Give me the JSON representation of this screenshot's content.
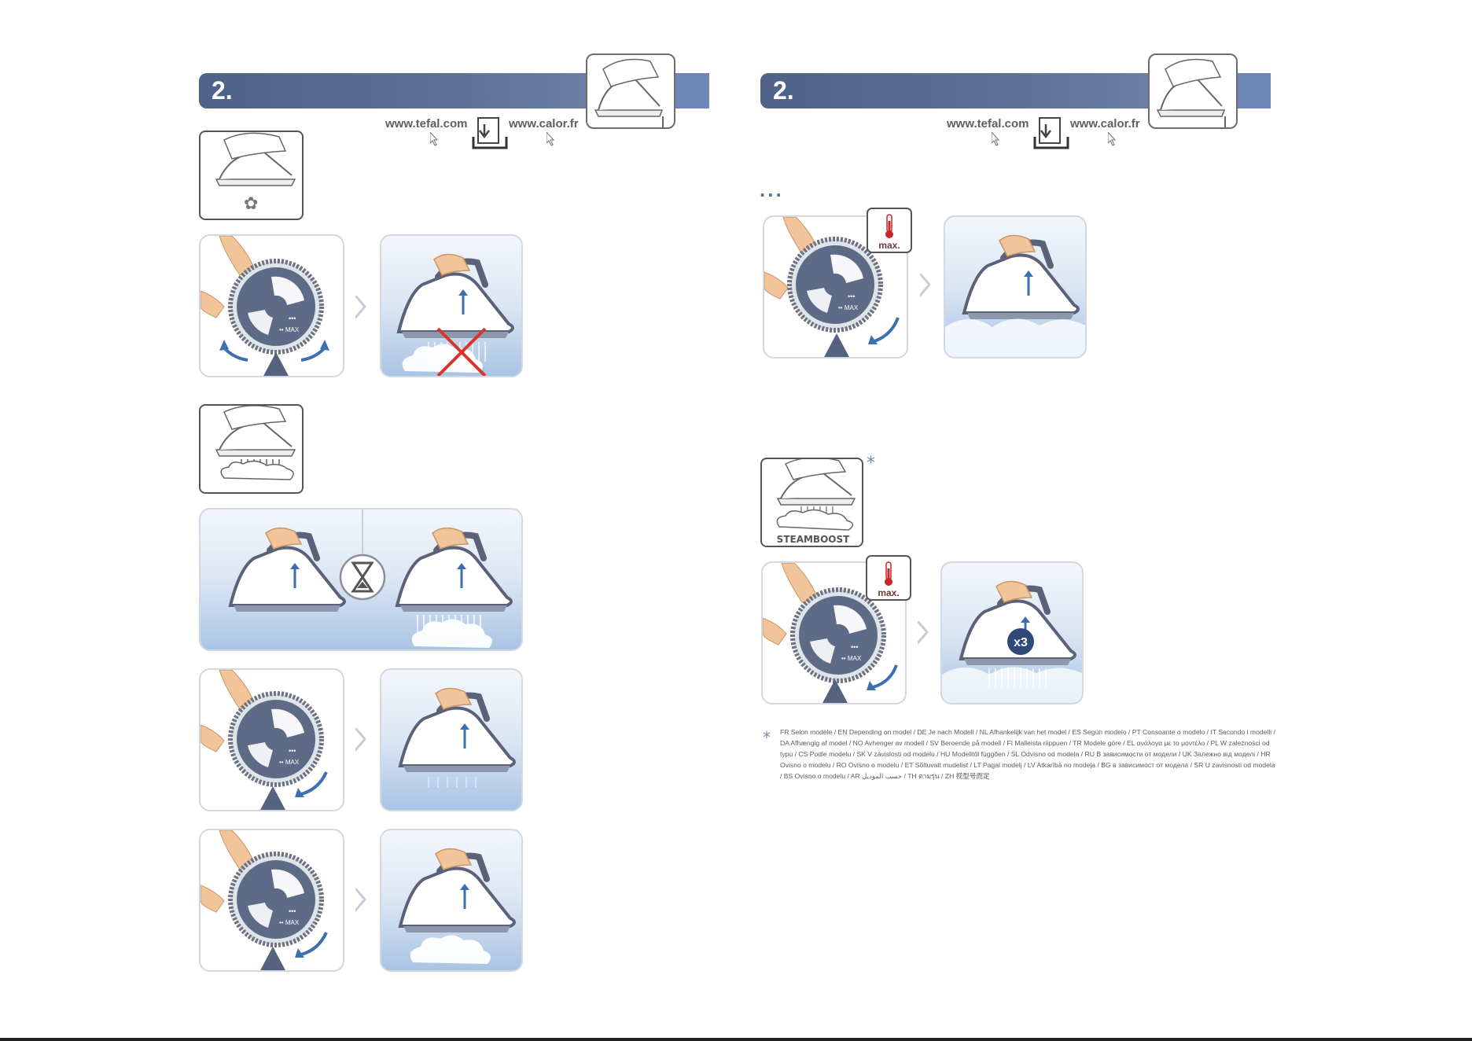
{
  "left_page": {
    "header_number": "2.",
    "url_tefal": "www.tefal.com",
    "url_calor": "www.calor.fr"
  },
  "right_page": {
    "header_number": "2.",
    "url_tefal": "www.tefal.com",
    "url_calor": "www.calor.fr",
    "ellipsis": "...",
    "max_label": "max.",
    "max_label_2": "max.",
    "steamboost_label": "STEAMBOOST",
    "asterisk": "*",
    "x3_label": "x3",
    "footnote_asterisk": "*",
    "footnote_text": "FR Selon modèle / EN Depending on model / DE Je nach Modell / NL Afhankelijk van het model / ES Según modelo / PT Consoante o modelo / IT Secondo i modelli / DA Afhængig af model / NO Avhenger av modell / SV Beroende på modell / FI Malleista riippuen / TR Modele göre / EL ανάλογα με το μοντέλο / PL W zależności od typu / CS Podle modelu / SK V závislosti od modelu / HU Modelltől függően / SL Odvisno od modela / RU В зависимости от модели / UK Залежно від моделі / HR Ovisno o modelu / RO Ovisno o modelu / ET Sõltuvalt mudelist / LT Pagal modelį / LV Atkarībā no modeļa / BG в зависимост от модела / SR U zavisnosti od modela / BS Ovisno o modelu / AR حسب الموديل / TH ตามรุ่น / ZH 视型号而定"
  },
  "colors": {
    "header": "#55688f",
    "steam_blue": "#a9c4e4",
    "dial": "#5d6b86",
    "hand": "#f2c49a",
    "red_cross": "#d8342b",
    "arrow_blue": "#3b6fb0"
  },
  "icons": [
    "iron-hand-icon",
    "download-document-icon",
    "cursor-icon",
    "dial-icon",
    "triangle-pointer-icon",
    "hourglass-icon",
    "thermometer-icon",
    "steam-cloud-icon",
    "chevron-right-icon",
    "red-cross-icon"
  ]
}
